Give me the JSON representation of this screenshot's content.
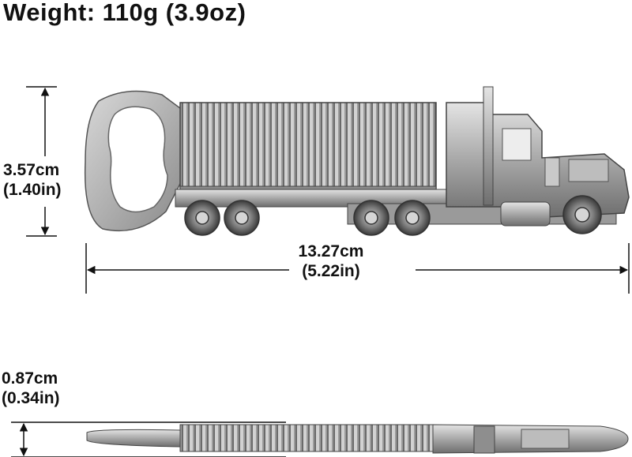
{
  "title": "Weight: 110g (3.9oz)",
  "height_dim": {
    "metric": "3.57cm",
    "imperial": "(1.40in)"
  },
  "length_dim": {
    "metric": "13.27cm",
    "imperial": "(5.22in)"
  },
  "thickness_dim": {
    "metric": "0.87cm",
    "imperial": "(0.34in)"
  },
  "colors": {
    "metal_light": "#d6d6d6",
    "metal_mid": "#a9a9a9",
    "metal_dark": "#5a5a5a",
    "line": "#111111"
  }
}
